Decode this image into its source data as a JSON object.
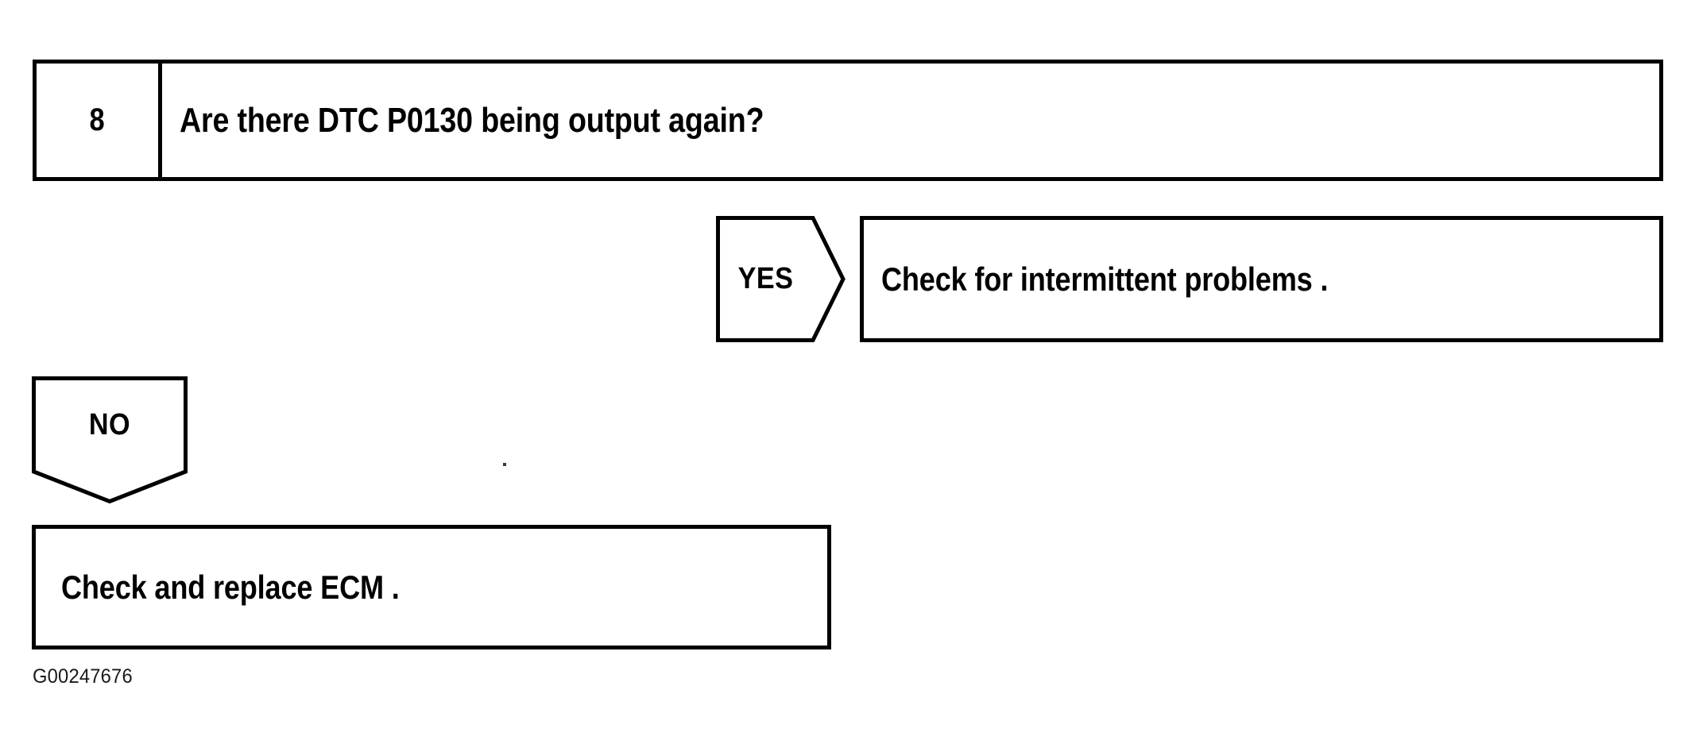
{
  "figure": {
    "id_caption": "G00247676",
    "type": "diagnostic-flow-chart"
  },
  "step": {
    "number": "8",
    "question": "Are there DTC P0130 being output again?"
  },
  "branches": [
    {
      "answer_label": "YES",
      "shape": "pentagon-right",
      "action": "Check for intermittent problems ."
    },
    {
      "answer_label": "NO",
      "shape": "pentagon-down",
      "action": "Check and replace ECM ."
    }
  ],
  "yes_branch": {
    "label": "YES",
    "action": "Check for intermittent problems ."
  },
  "no_branch": {
    "label": "NO",
    "action": "Check and replace ECM ."
  },
  "colors": {
    "ink": "#000000",
    "paper": "#ffffff",
    "caption": "#1a1a1a"
  }
}
